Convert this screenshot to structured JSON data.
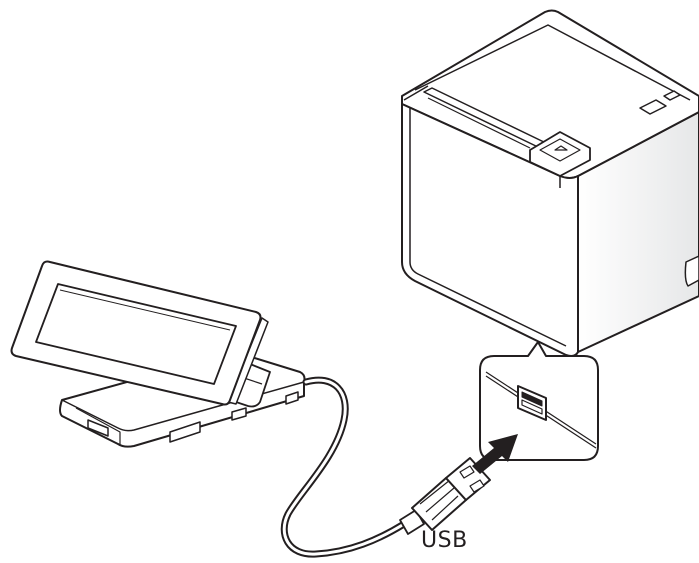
{
  "labels": {
    "usb": "USB"
  },
  "components": {
    "printer": "printer",
    "customer_display": "customer-display",
    "usb_port_callout": "usb-port-callout",
    "usb_cable": "usb-cable",
    "usb_connector": "usb-a-connector",
    "insert_arrow": "insert-direction-arrow"
  },
  "colors": {
    "line": "#231f20",
    "fill": "#ffffff",
    "shade": "#e6e7e8",
    "arrow": "#231f20"
  }
}
